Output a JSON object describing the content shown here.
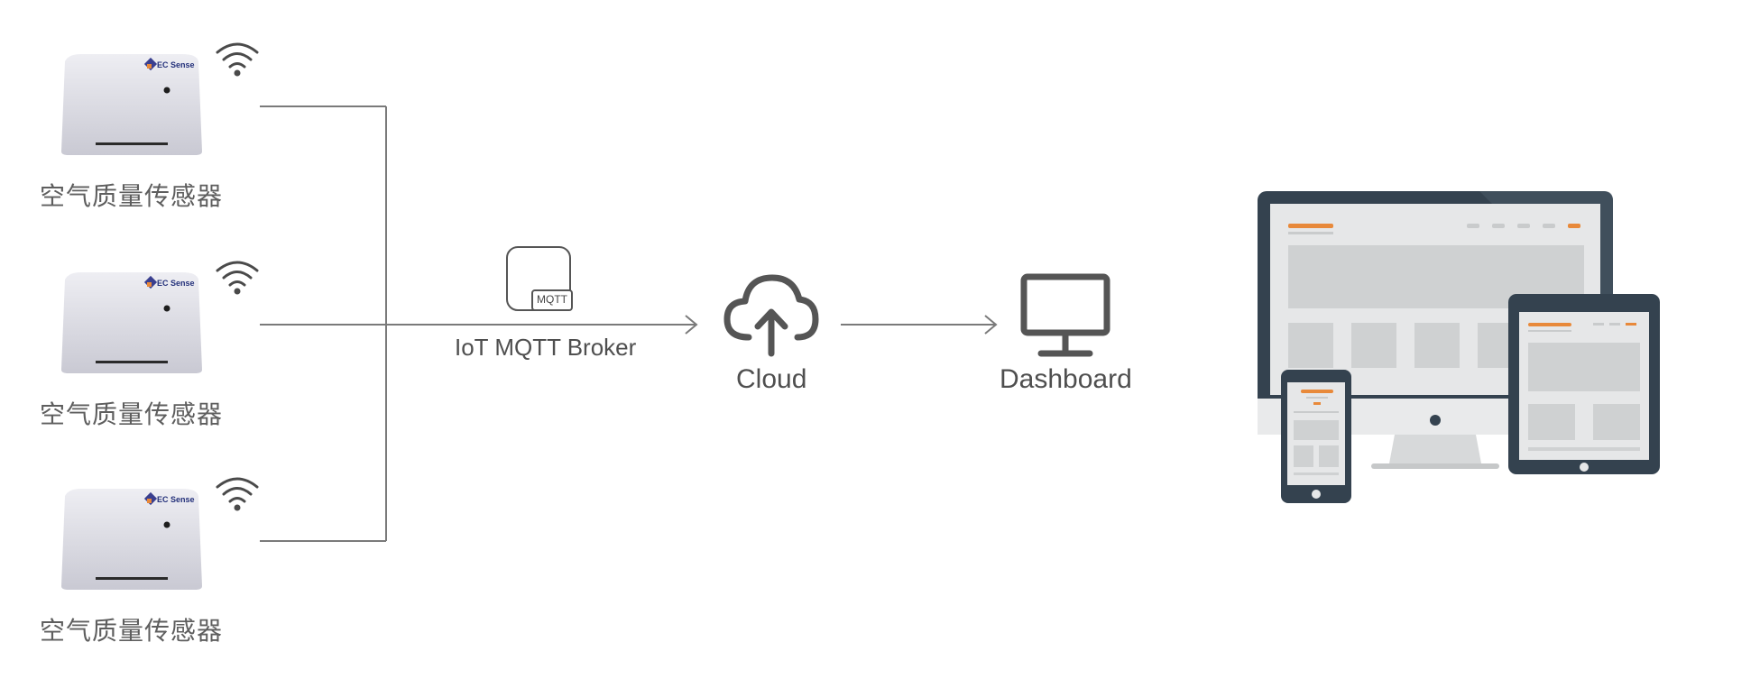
{
  "sensors": [
    {
      "label": "空气质量传感器",
      "brand": "EC Sense"
    },
    {
      "label": "空气质量传感器",
      "brand": "EC Sense"
    },
    {
      "label": "空气质量传感器",
      "brand": "EC Sense"
    }
  ],
  "broker": {
    "label": "IoT MQTT Broker",
    "badge": "MQTT"
  },
  "cloud": {
    "label": "Cloud"
  },
  "dashboard": {
    "label": "Dashboard"
  },
  "colors": {
    "line": "#7a7a7a",
    "icon": "#555555",
    "accent": "#e8893a",
    "device_frame": "#34424f"
  }
}
